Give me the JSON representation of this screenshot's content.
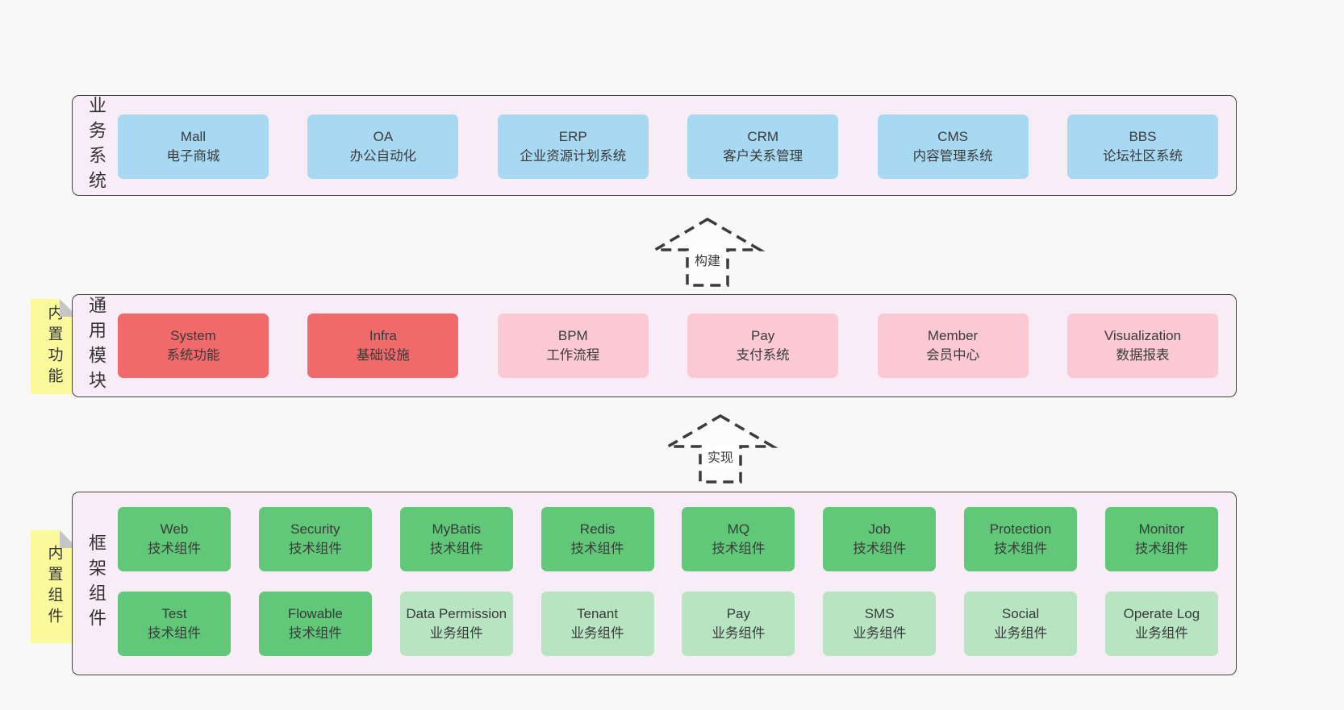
{
  "colors": {
    "page_bg": "#f8f8f8",
    "panel_bg": "#f8edf6",
    "panel_border": "#424242",
    "blue_box": "#a7d9f3",
    "red_box": "#f0696b",
    "pink_box": "#fbc9d3",
    "green_dark_box": "#60c878",
    "green_light_box": "#b7e5c1",
    "sticky_yellow": "#fafa9d",
    "sticky_fold": "#c6c6c6",
    "text": "#3a3a3a"
  },
  "arrows": [
    {
      "label": "构建"
    },
    {
      "label": "实现"
    }
  ],
  "layers": {
    "business": {
      "side_label": "业务系统",
      "boxes": [
        {
          "title": "Mall",
          "subtitle": "电子商城"
        },
        {
          "title": "OA",
          "subtitle": "办公自动化"
        },
        {
          "title": "ERP",
          "subtitle": "企业资源计划系统"
        },
        {
          "title": "CRM",
          "subtitle": "客户关系管理"
        },
        {
          "title": "CMS",
          "subtitle": "内容管理系统"
        },
        {
          "title": "BBS",
          "subtitle": "论坛社区系统"
        }
      ]
    },
    "modules": {
      "side_label": "通用模块",
      "sticky_label": "内置功能",
      "boxes": [
        {
          "title": "System",
          "subtitle": "系统功能"
        },
        {
          "title": "Infra",
          "subtitle": "基础设施"
        },
        {
          "title": "BPM",
          "subtitle": "工作流程"
        },
        {
          "title": "Pay",
          "subtitle": "支付系统"
        },
        {
          "title": "Member",
          "subtitle": "会员中心"
        },
        {
          "title": "Visualization",
          "subtitle": "数据报表"
        }
      ]
    },
    "components": {
      "side_label": "框架组件",
      "sticky_label": "内置组件",
      "row1": [
        {
          "title": "Web",
          "subtitle": "技术组件"
        },
        {
          "title": "Security",
          "subtitle": "技术组件"
        },
        {
          "title": "MyBatis",
          "subtitle": "技术组件"
        },
        {
          "title": "Redis",
          "subtitle": "技术组件"
        },
        {
          "title": "MQ",
          "subtitle": "技术组件"
        },
        {
          "title": "Job",
          "subtitle": "技术组件"
        },
        {
          "title": "Protection",
          "subtitle": "技术组件"
        },
        {
          "title": "Monitor",
          "subtitle": "技术组件"
        }
      ],
      "row2": [
        {
          "title": "Test",
          "subtitle": "技术组件"
        },
        {
          "title": "Flowable",
          "subtitle": "技术组件"
        },
        {
          "title": "Data Permission",
          "subtitle": "业务组件"
        },
        {
          "title": "Tenant",
          "subtitle": "业务组件"
        },
        {
          "title": "Pay",
          "subtitle": "业务组件"
        },
        {
          "title": "SMS",
          "subtitle": "业务组件"
        },
        {
          "title": "Social",
          "subtitle": "业务组件"
        },
        {
          "title": "Operate Log",
          "subtitle": "业务组件"
        }
      ]
    }
  }
}
